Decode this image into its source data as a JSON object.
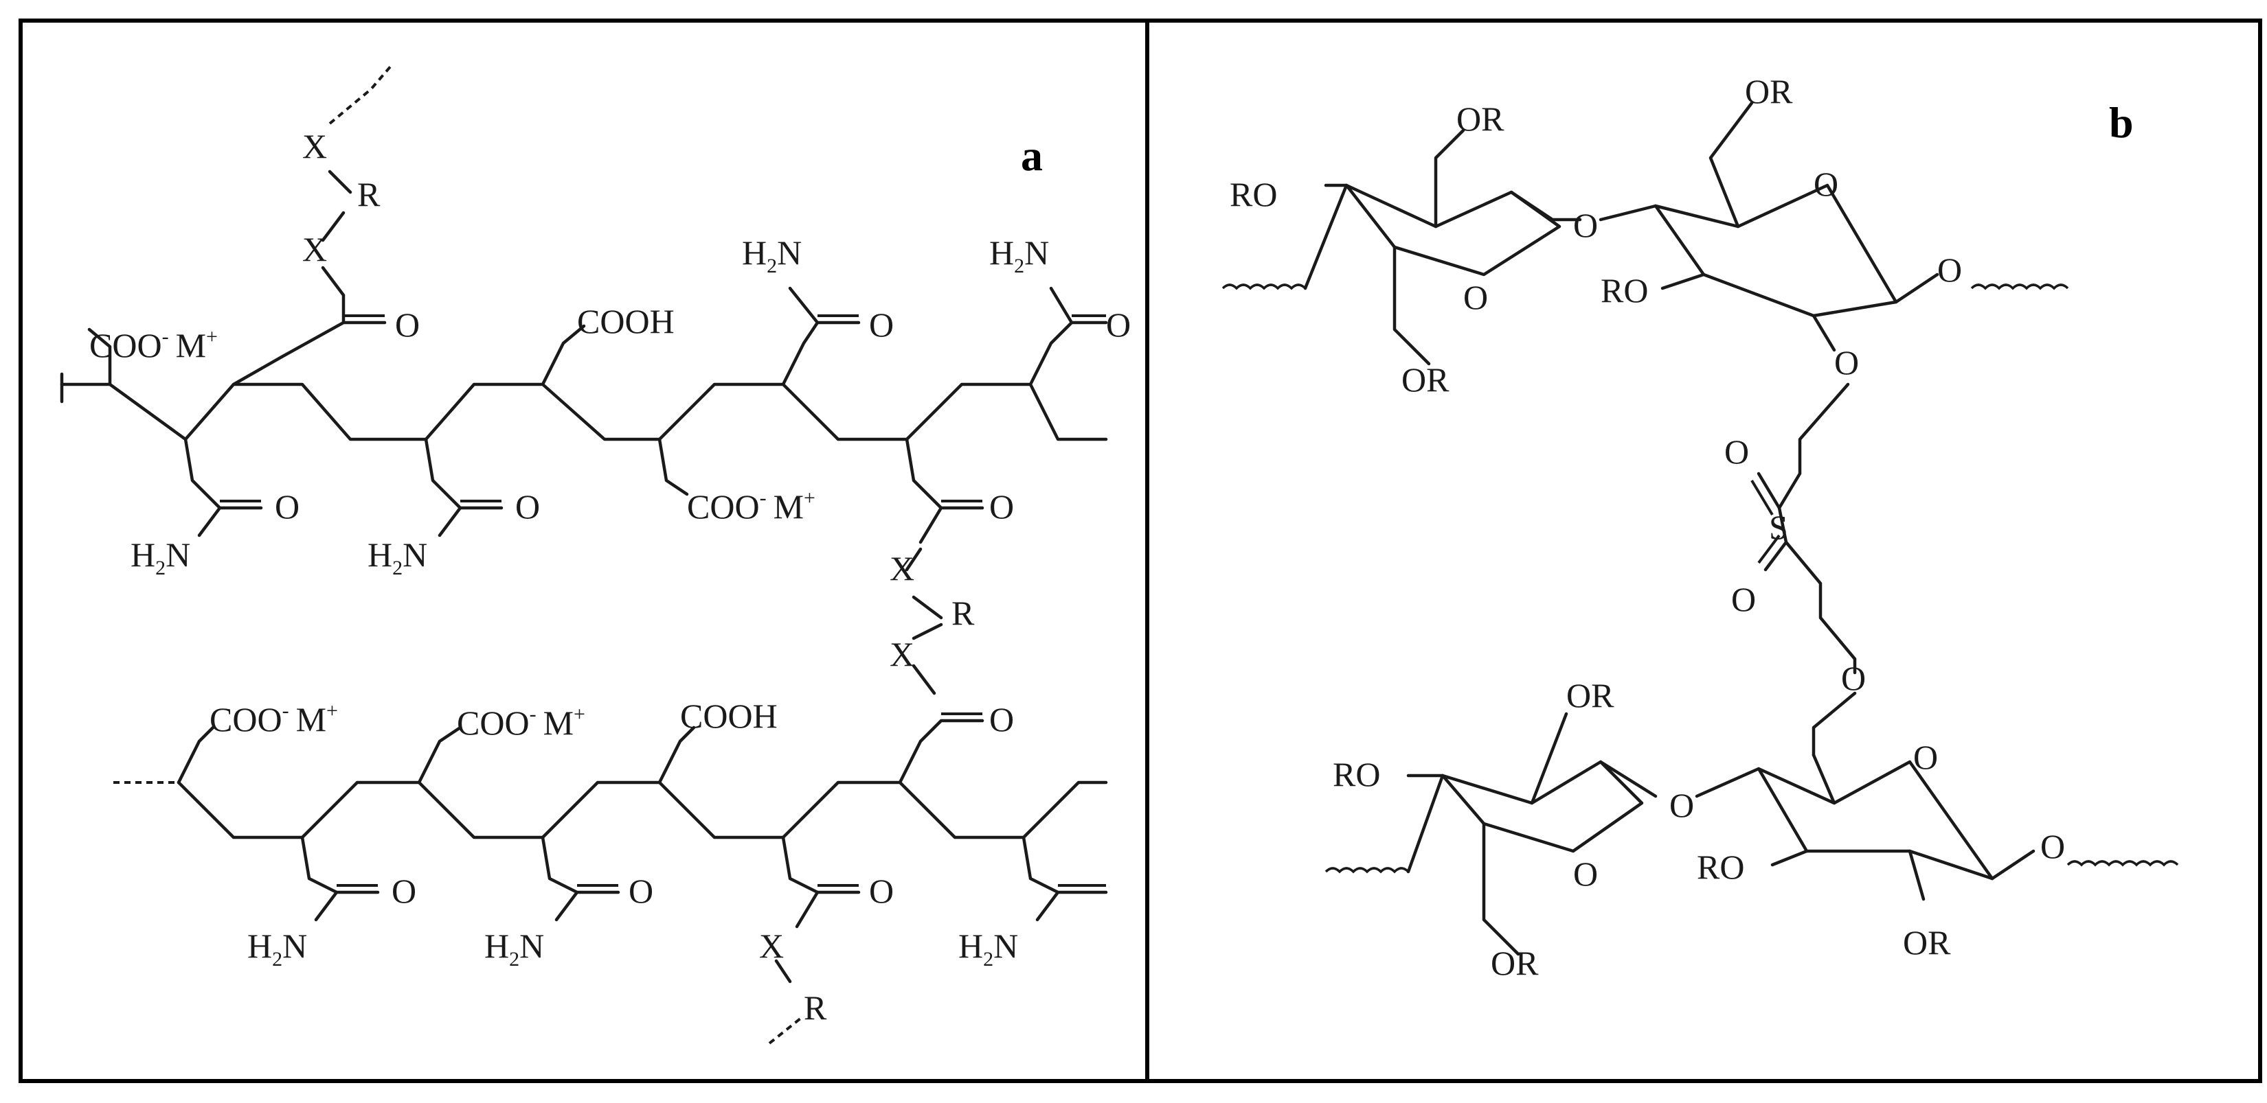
{
  "panels": {
    "a": {
      "label": "a"
    },
    "b": {
      "label": "b"
    }
  },
  "atoms": {
    "coo": "COO",
    "cooh": "COOH",
    "m": "M",
    "plus": "+",
    "minus": "-",
    "o": "O",
    "h": "H",
    "n": "N",
    "two": "2",
    "x": "X",
    "r": "R",
    "s": "S",
    "or": "OR",
    "ro": "RO"
  }
}
